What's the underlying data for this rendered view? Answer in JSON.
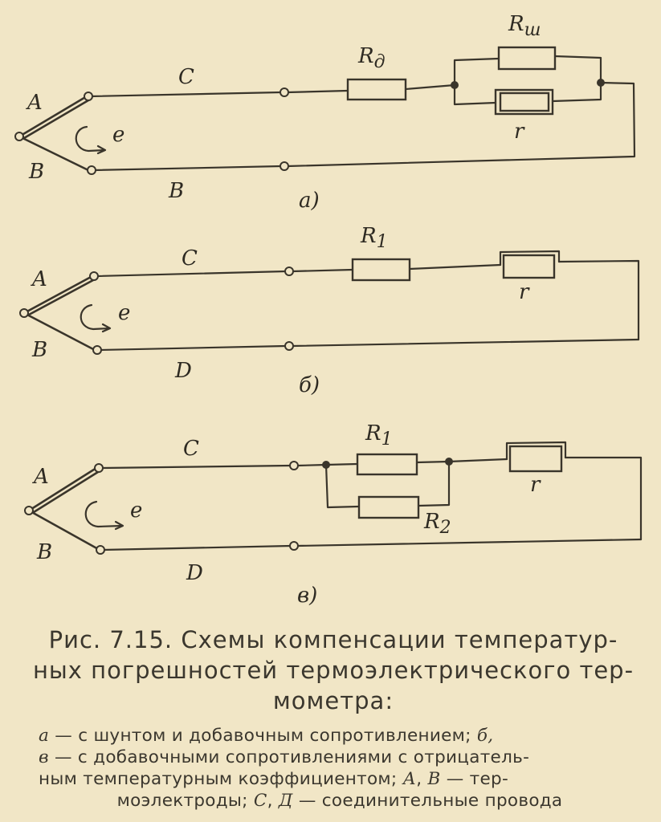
{
  "diagrams": {
    "a": {
      "sublabel": "а)",
      "electrode_top": "A",
      "electrode_bottom": "B",
      "emf": "e",
      "wire_top": "C",
      "wire_bottom": "B",
      "resistor_series": "R",
      "resistor_series_sub": "д",
      "resistor_shunt": "R",
      "resistor_shunt_sub": "ш",
      "resistor_r": "r"
    },
    "b": {
      "sublabel": "б)",
      "electrode_top": "A",
      "electrode_bottom": "B",
      "emf": "e",
      "wire_top": "C",
      "wire_bottom": "D",
      "resistor_series": "R",
      "resistor_series_sub": "1",
      "resistor_r": "r"
    },
    "c": {
      "sublabel": "в)",
      "electrode_top": "A",
      "electrode_bottom": "B",
      "emf": "e",
      "wire_top": "C",
      "wire_bottom": "D",
      "resistor_1": "R",
      "resistor_1_sub": "1",
      "resistor_2": "R",
      "resistor_2_sub": "2",
      "resistor_r": "r"
    }
  },
  "caption": {
    "line1": "Рис. 7.15. Схемы компенсации температур-",
    "line2": "ных погрешностей термоэлектрического тер-",
    "line3": "мометра:"
  },
  "legend": {
    "l1_a": "а",
    "l1_text": " — с шунтом и добавочным сопротивлением; ",
    "l1_b": "б,",
    "l2_v": "в",
    "l2_text": " — с добавочными сопротивлениями с отрицатель-",
    "l3_text": "ным температурным коэффициентом; ",
    "l3_A": "А",
    "l3_sep": ", ",
    "l3_B": "В",
    "l3_text2": " — тер-",
    "l4_text": "моэлектроды; ",
    "l4_C": "С",
    "l4_sep": ", ",
    "l4_D": "Д",
    "l4_text2": " — соединительные провода"
  }
}
